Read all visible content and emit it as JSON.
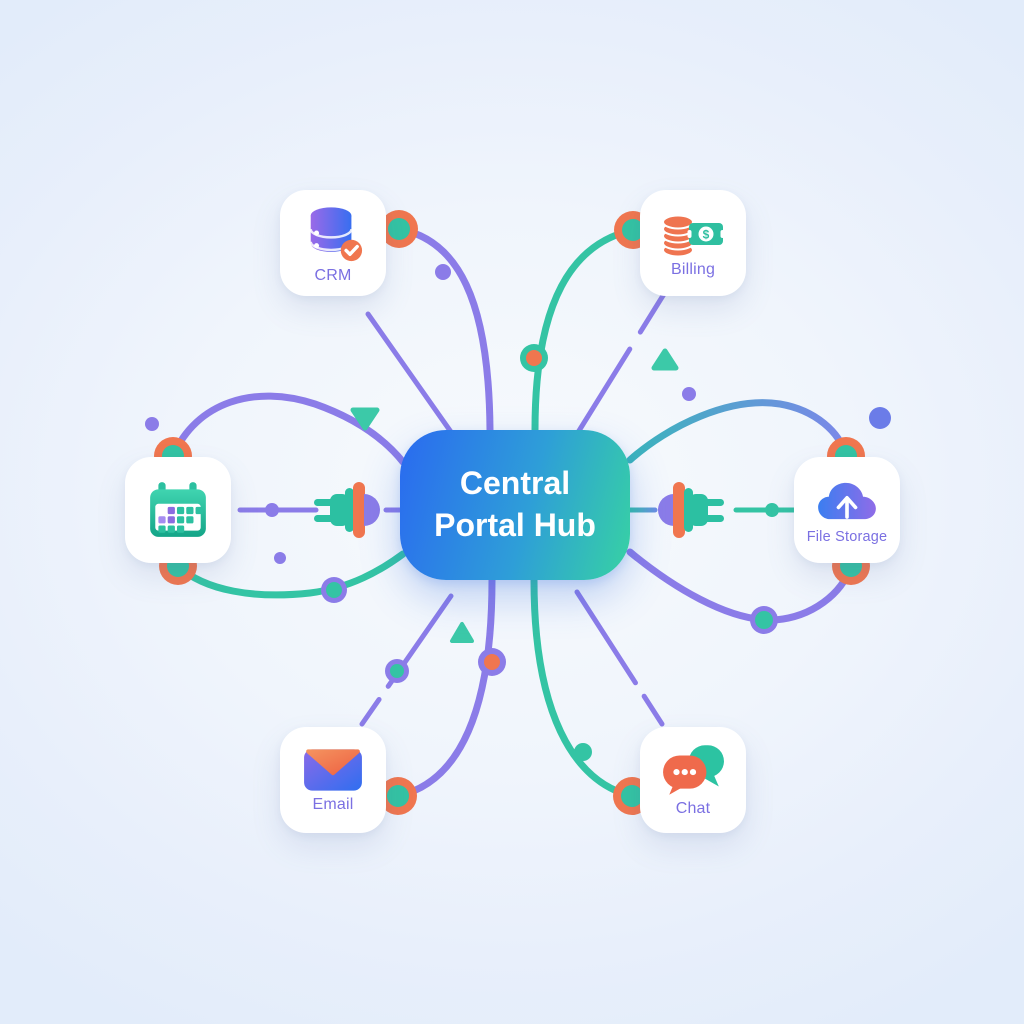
{
  "hub": {
    "label": "Central Portal Hub"
  },
  "services": [
    {
      "id": "crm",
      "label": "CRM",
      "icon": "database-check-icon"
    },
    {
      "id": "billing",
      "label": "Billing",
      "icon": "coins-banknote-icon",
      "icon_symbol": "$"
    },
    {
      "id": "calendar",
      "label": "",
      "icon": "calendar-icon"
    },
    {
      "id": "file_storage",
      "label": "File Storage",
      "icon": "cloud-upload-icon"
    },
    {
      "id": "email",
      "label": "Email",
      "icon": "envelope-icon"
    },
    {
      "id": "chat",
      "label": "Chat",
      "icon": "chat-bubbles-icon"
    }
  ],
  "colors": {
    "accent_purple": "#8b7ce8",
    "accent_teal": "#34c4a4",
    "accent_orange": "#f0764f",
    "accent_blue": "#2a6af0",
    "hub_gradient_start": "#2a6af0",
    "hub_gradient_end": "#37d2a3",
    "label_text": "#7b70e2",
    "card_background": "#ffffff"
  }
}
